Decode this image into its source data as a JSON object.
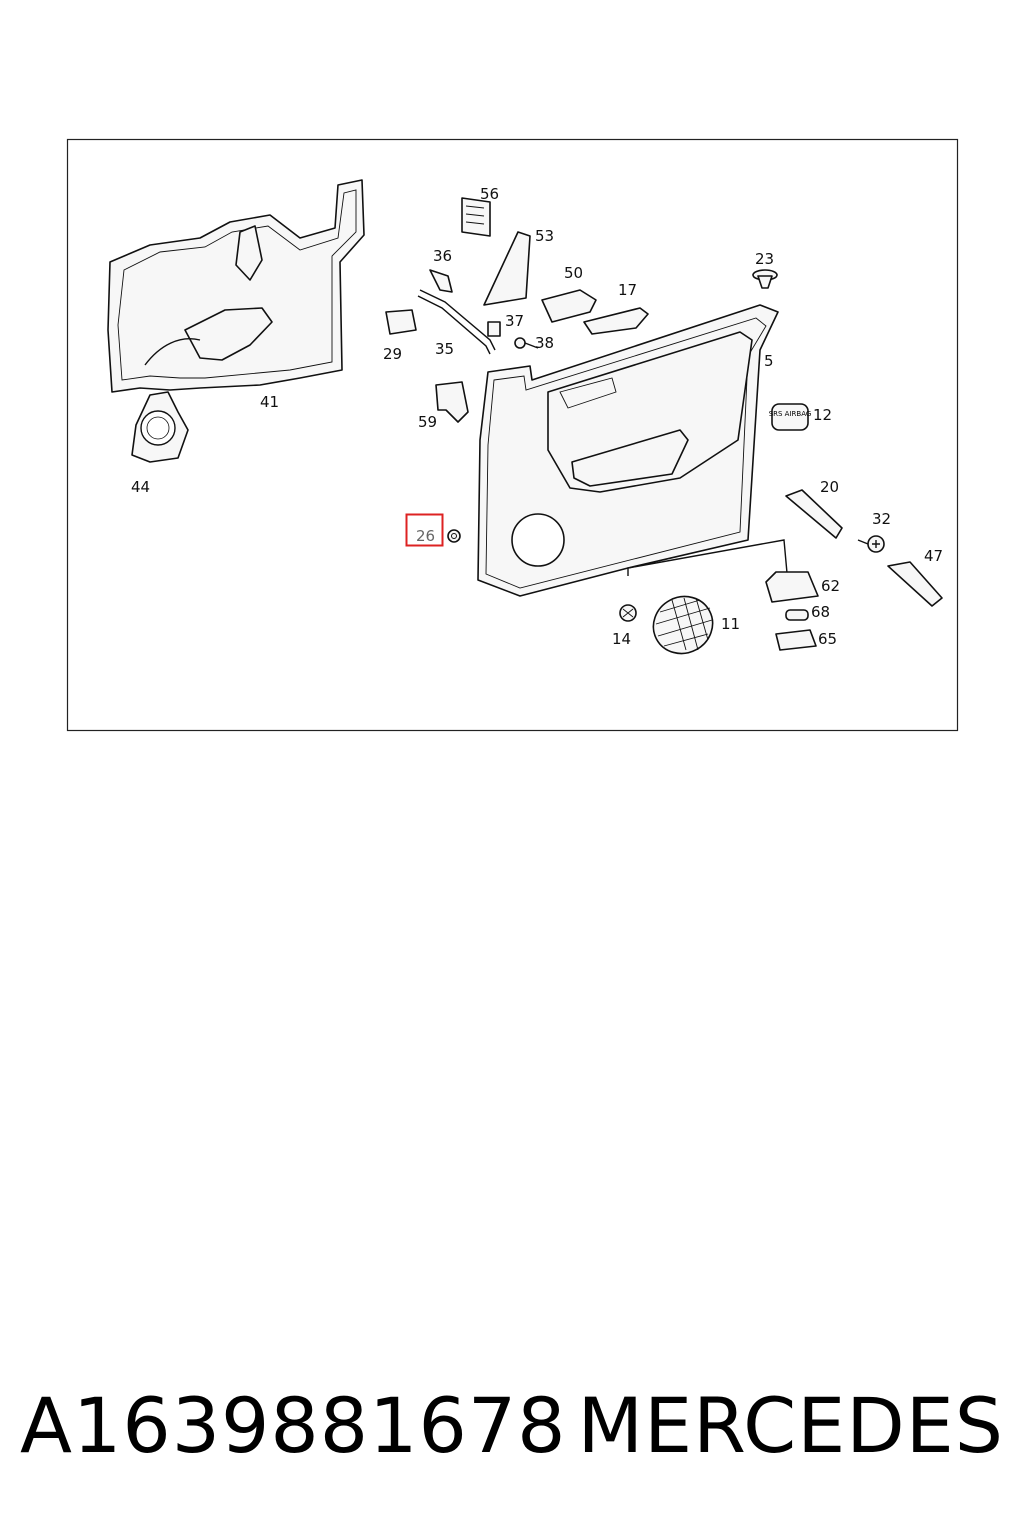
{
  "diagram": {
    "callouts": [
      {
        "id": "56",
        "label": "56"
      },
      {
        "id": "53",
        "label": "53"
      },
      {
        "id": "36",
        "label": "36"
      },
      {
        "id": "50",
        "label": "50"
      },
      {
        "id": "17",
        "label": "17"
      },
      {
        "id": "23",
        "label": "23"
      },
      {
        "id": "29",
        "label": "29"
      },
      {
        "id": "35",
        "label": "35"
      },
      {
        "id": "37",
        "label": "37"
      },
      {
        "id": "38",
        "label": "38"
      },
      {
        "id": "5",
        "label": "5"
      },
      {
        "id": "41",
        "label": "41"
      },
      {
        "id": "59",
        "label": "59"
      },
      {
        "id": "12",
        "label": "12"
      },
      {
        "id": "44",
        "label": "44"
      },
      {
        "id": "20",
        "label": "20"
      },
      {
        "id": "26",
        "label": "26"
      },
      {
        "id": "32",
        "label": "32"
      },
      {
        "id": "47",
        "label": "47"
      },
      {
        "id": "62",
        "label": "62"
      },
      {
        "id": "68",
        "label": "68"
      },
      {
        "id": "14",
        "label": "14"
      },
      {
        "id": "11",
        "label": "11"
      },
      {
        "id": "65",
        "label": "65"
      }
    ],
    "highlighted_callout": "26",
    "highlight_color": "#dd2222",
    "airbag_text": "SRS AIRBAG"
  },
  "footer": {
    "part_number": "A1639881678",
    "brand": "MERCEDES"
  }
}
